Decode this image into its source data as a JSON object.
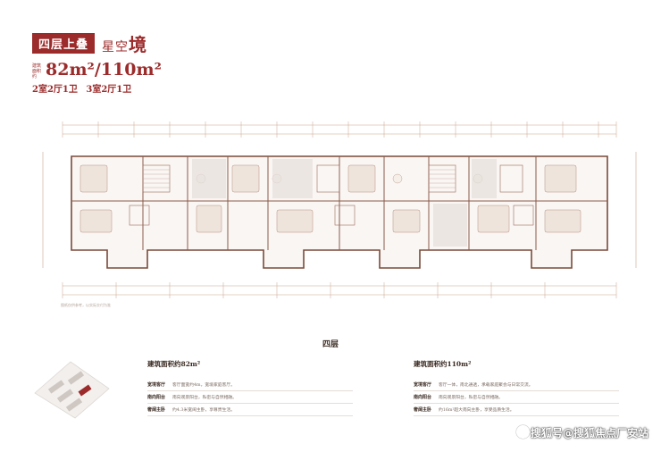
{
  "header": {
    "badge": "四层上叠",
    "brand_prefix": "星空",
    "brand_char": "境",
    "area_label": "建筑面积约",
    "area_value": "82m²/110m²",
    "rooms": "2室2厅1卫  3室2厅1卫"
  },
  "plan": {
    "note": "图纸仅供参考，以实际交付为准",
    "accent_color": "#9c2b2b"
  },
  "section": {
    "title": "四层"
  },
  "left_spec": {
    "title": "建筑面积约82m²",
    "rows": [
      {
        "k": "宽境客厅",
        "v": "客厅面宽约4m，宽境家庭客厅。"
      },
      {
        "k": "南向阳台",
        "v": "南向观景阳台，私密与自然相融。"
      },
      {
        "k": "奢阔主卧",
        "v": "约4.3米宽阔主卧，享尊贵生活。"
      }
    ]
  },
  "right_spec": {
    "title": "建筑面积约110m²",
    "rows": [
      {
        "k": "宽境客厅",
        "v": "客厅一体，南北通透，承载家庭聚会与日常交流。"
      },
      {
        "k": "南向阳台",
        "v": "南向观景阳台，私密与自然相融。"
      },
      {
        "k": "奢阔主卧",
        "v": "约16m²超大南向主卧，享受品质生活。"
      }
    ]
  },
  "watermark": {
    "text": "搜狐号@搜狐焦点厂安站"
  }
}
